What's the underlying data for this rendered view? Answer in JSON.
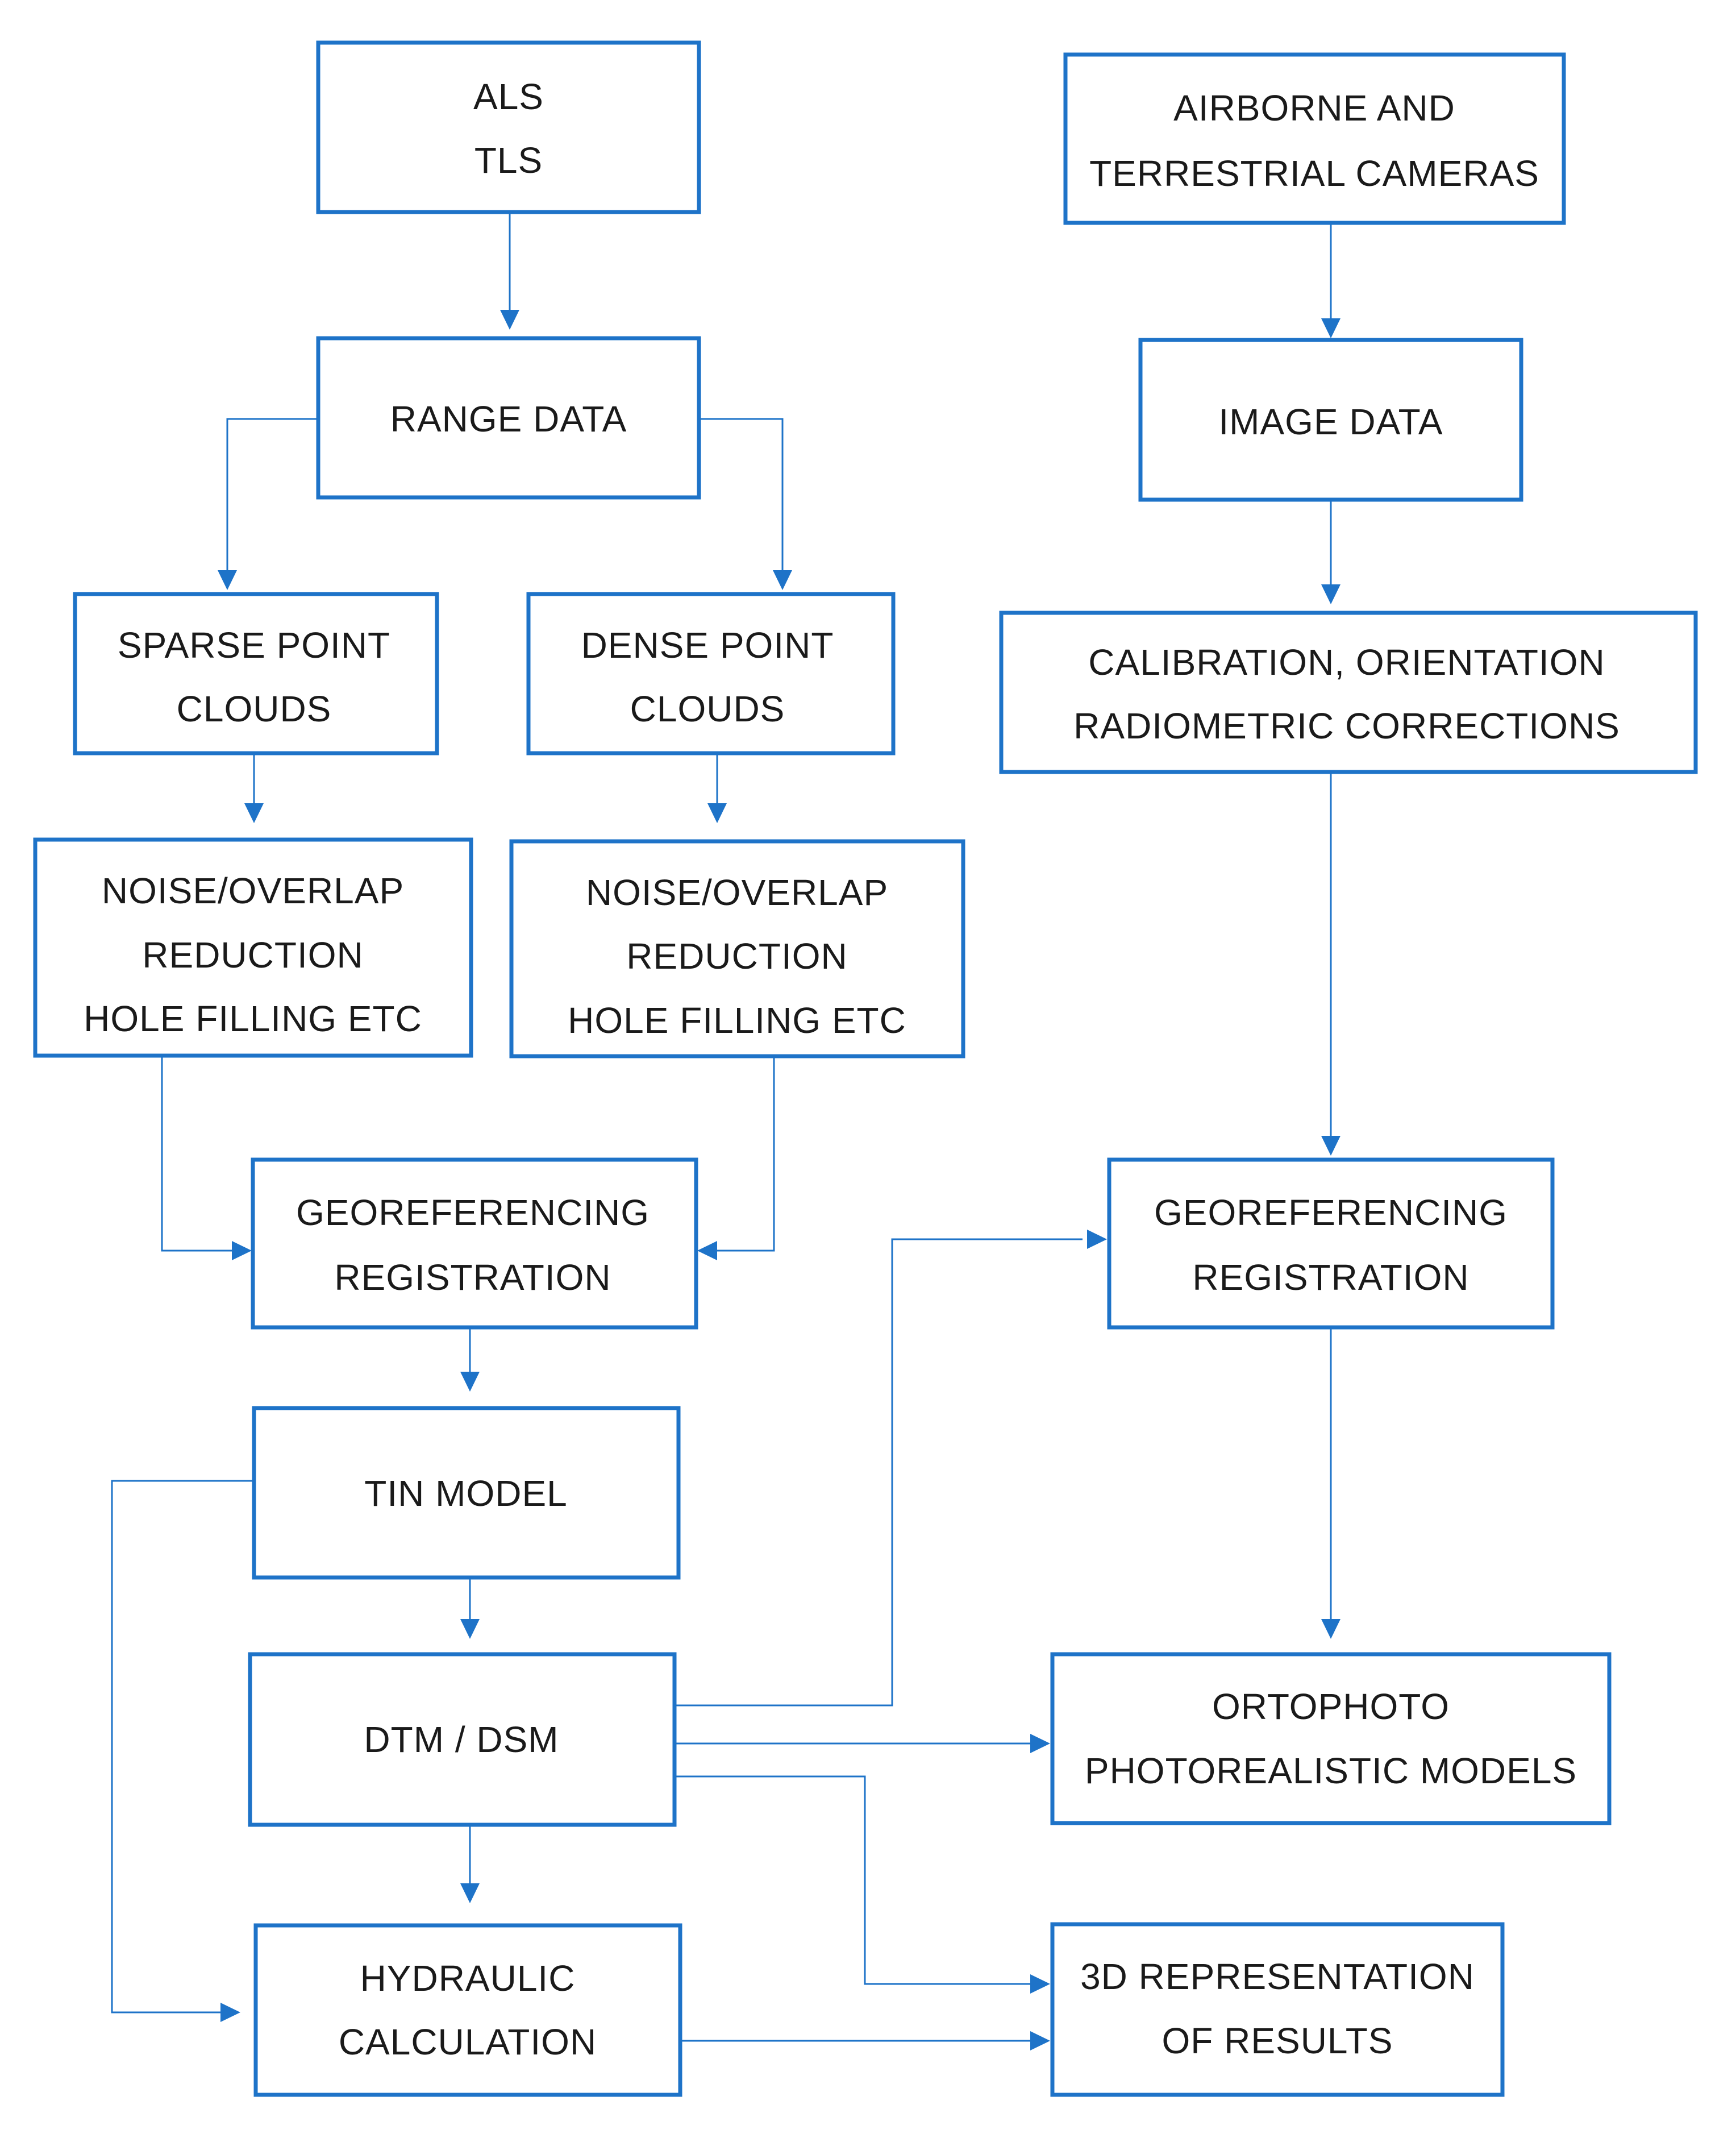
{
  "nodes": {
    "als_tls": {
      "lines": [
        "ALS",
        "TLS"
      ]
    },
    "cameras": {
      "lines": [
        "AIRBORNE AND",
        "TERRESTRIAL CAMERAS"
      ]
    },
    "range_data": {
      "lines": [
        "RANGE DATA"
      ]
    },
    "image_data": {
      "lines": [
        "IMAGE DATA"
      ]
    },
    "sparse": {
      "lines": [
        "SPARSE POINT",
        "CLOUDS"
      ]
    },
    "dense": {
      "lines": [
        "DENSE POINT",
        "CLOUDS"
      ]
    },
    "calibration": {
      "lines": [
        "CALIBRATION, ORIENTATION",
        "RADIOMETRIC CORRECTIONS"
      ]
    },
    "noise_left": {
      "lines": [
        "NOISE/OVERLAP",
        "REDUCTION",
        "HOLE FILLING ETC"
      ]
    },
    "noise_right": {
      "lines": [
        "NOISE/OVERLAP",
        "REDUCTION",
        "HOLE FILLING ETC"
      ]
    },
    "georef_left": {
      "lines": [
        "GEOREFERENCING",
        "REGISTRATION"
      ]
    },
    "georef_right": {
      "lines": [
        "GEOREFERENCING",
        "REGISTRATION"
      ]
    },
    "tin": {
      "lines": [
        "TIN MODEL"
      ]
    },
    "dtm": {
      "lines": [
        "DTM / DSM"
      ]
    },
    "ortho": {
      "lines": [
        "ORTOPHOTO",
        "PHOTOREALISTIC MODELS"
      ]
    },
    "hydraulic": {
      "lines": [
        "HYDRAULIC",
        "CALCULATION"
      ]
    },
    "representation": {
      "lines": [
        "3D REPRESENTATION",
        "OF RESULTS"
      ]
    }
  },
  "edges": [
    {
      "from": "als_tls",
      "to": "range_data"
    },
    {
      "from": "cameras",
      "to": "image_data"
    },
    {
      "from": "range_data",
      "to": "sparse"
    },
    {
      "from": "range_data",
      "to": "dense"
    },
    {
      "from": "image_data",
      "to": "calibration"
    },
    {
      "from": "sparse",
      "to": "noise_left"
    },
    {
      "from": "dense",
      "to": "noise_right"
    },
    {
      "from": "noise_left",
      "to": "georef_left"
    },
    {
      "from": "noise_right",
      "to": "georef_left"
    },
    {
      "from": "calibration",
      "to": "georef_right"
    },
    {
      "from": "georef_left",
      "to": "tin"
    },
    {
      "from": "tin",
      "to": "dtm"
    },
    {
      "from": "tin",
      "to": "hydraulic"
    },
    {
      "from": "dtm",
      "to": "georef_right"
    },
    {
      "from": "dtm",
      "to": "ortho"
    },
    {
      "from": "dtm",
      "to": "representation"
    },
    {
      "from": "dtm",
      "to": "hydraulic"
    },
    {
      "from": "georef_right",
      "to": "ortho"
    },
    {
      "from": "hydraulic",
      "to": "representation"
    }
  ],
  "colors": {
    "stroke": "#1e73c8",
    "text": "#1a1a1a",
    "background": "#ffffff"
  }
}
